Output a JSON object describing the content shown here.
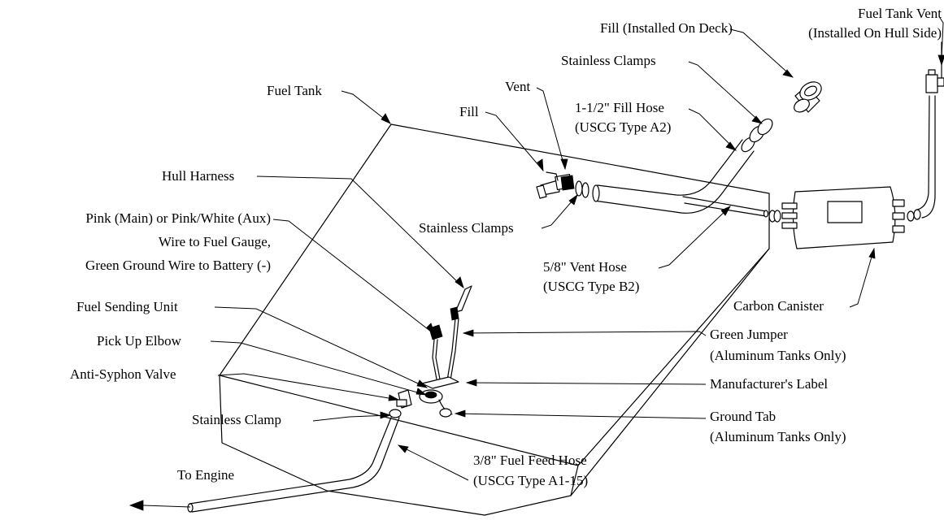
{
  "labels": {
    "fuel_tank": "Fuel Tank",
    "fill_deck": "Fill (Installed On Deck)",
    "tank_vent_line1": "Fuel Tank Vent",
    "tank_vent_line2": "(Installed On Hull Side)",
    "stainless_clamps_top": "Stainless Clamps",
    "vent": "Vent",
    "fill": "Fill",
    "fill_hose_line1": "1-1/2\" Fill Hose",
    "fill_hose_line2": "(USCG Type A2)",
    "hull_harness": "Hull Harness",
    "stainless_clamps_mid": "Stainless Clamps",
    "wire_line1": "Pink (Main) or  Pink/White (Aux)",
    "wire_line2": "Wire to Fuel Gauge,",
    "wire_line3": "Green Ground Wire to Battery (-)",
    "vent_hose_line1": "5/8\" Vent Hose",
    "vent_hose_line2": "(USCG Type B2)",
    "carbon_canister": "Carbon Canister",
    "fuel_sending_unit": "Fuel Sending Unit",
    "green_jumper_line1": "Green Jumper",
    "green_jumper_line2": "(Aluminum Tanks Only)",
    "pick_up_elbow": "Pick Up Elbow",
    "anti_syphon": "Anti-Syphon Valve",
    "manufacturer_label": "Manufacturer's Label",
    "stainless_clamp": "Stainless Clamp",
    "ground_tab_line1": "Ground Tab",
    "ground_tab_line2": "(Aluminum Tanks Only)",
    "to_engine": "To Engine",
    "feed_hose_line1": "3/8\" Fuel Feed Hose",
    "feed_hose_line2": "(USCG Type A1-15)"
  },
  "colors": {
    "line": "#000000",
    "background": "#ffffff"
  }
}
